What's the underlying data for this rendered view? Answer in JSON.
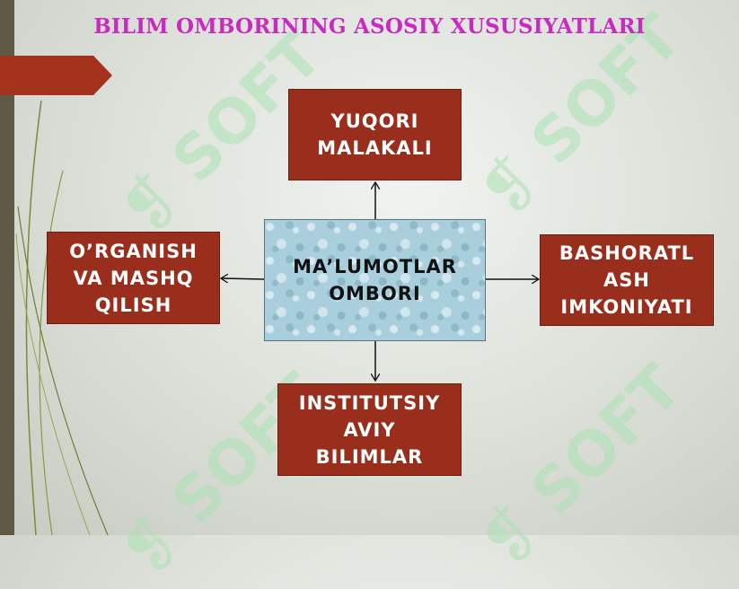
{
  "slide": {
    "title": "BILIM OMBORINING ASOSIY XUSUSIYATLARI"
  },
  "watermark": {
    "text": "SOFT"
  },
  "diagram": {
    "center": "MA’LUMOTLAR\nOMBORI",
    "top": "YUQORI\nMALAKALI",
    "left": "O’RGANISH\nVA MASHQ\nQILISH",
    "right": "BASHORATL\nASH\nIMKONIYATI",
    "bottom": "INSTITUTSIY\nAVIY\nBILIMLAR"
  },
  "colors": {
    "title": "#c72bc0",
    "box_fill": "#9a2e1c",
    "center_fill": "#a9cfdc",
    "accent_ribbon": "#a3321c"
  }
}
